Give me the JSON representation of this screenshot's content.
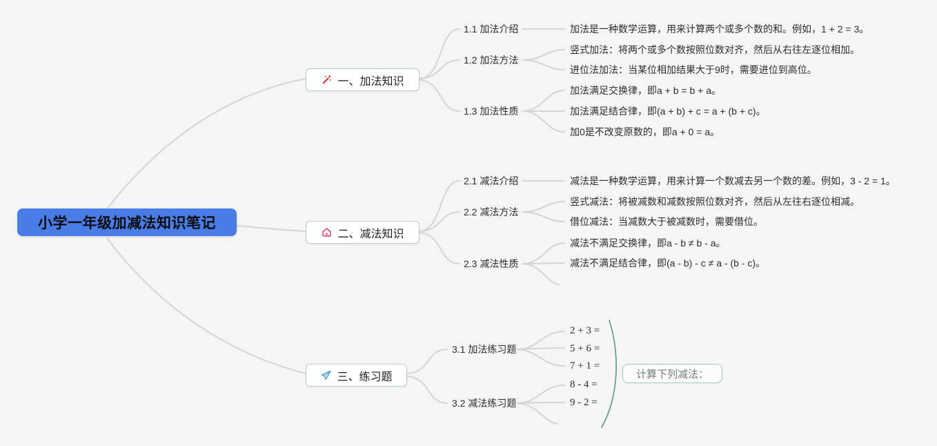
{
  "canvas": {
    "background": "#f5f5f6",
    "connector_color": "#d4d4d4",
    "bracket_color": "#5f9480"
  },
  "root": {
    "label": "小学一年级加减法知识笔记",
    "bg_color": "#4a7ce8",
    "text_color": "#0b0b0b"
  },
  "branches": [
    {
      "label": "一、加法知识",
      "icon": "magic-wand-icon",
      "icon_color": "#d93a2b",
      "children": [
        {
          "label": "1.1 加法介绍",
          "leaves": [
            "加法是一种数学运算，用来计算两个或多个数的和。例如，1 + 2 = 3。"
          ]
        },
        {
          "label": "1.2 加法方法",
          "leaves": [
            "竖式加法：将两个或多个数按照位数对齐，然后从右往左逐位相加。",
            "进位法加法：当某位相加结果大于9时，需要进位到高位。"
          ]
        },
        {
          "label": "1.3 加法性质",
          "leaves": [
            "加法满足交换律，即a + b = b + a。",
            "加法满足结合律，即(a + b) + c = a + (b + c)。",
            "加0是不改变原数的，即a + 0 = a。"
          ]
        }
      ]
    },
    {
      "label": "二、减法知识",
      "icon": "house-icon",
      "icon_color": "#e23a5f",
      "children": [
        {
          "label": "2.1 减法介绍",
          "leaves": [
            "减法是一种数学运算，用来计算一个数减去另一个数的差。例如，3 - 2 = 1。"
          ]
        },
        {
          "label": "2.2 减法方法",
          "leaves": [
            "竖式减法：将被减数和减数按照位数对齐，然后从左往右逐位相减。",
            "借位减法：当减数大于被减数时，需要借位。"
          ]
        },
        {
          "label": "2.3 减法性质",
          "leaves": [
            "减法不满足交换律，即a - b ≠ b - a。",
            "减法不满足结合律，即(a - b) - c ≠ a - (b - c)。"
          ]
        }
      ]
    },
    {
      "label": "三、练习题",
      "icon": "paper-plane-icon",
      "icon_color": "#3a97dd",
      "children": [
        {
          "label": "3.1 加法练习题",
          "leaves": [
            "2 + 3 =",
            "5 + 6 =",
            "7 + 1 ="
          ]
        },
        {
          "label": "3.2 减法练习题",
          "leaves": [
            "8 - 4 =",
            "9 - 2 ="
          ]
        }
      ]
    }
  ],
  "summary": {
    "label": "计算下列减法：",
    "border_color": "#9ec7b6",
    "text_color": "#6f7f77"
  }
}
